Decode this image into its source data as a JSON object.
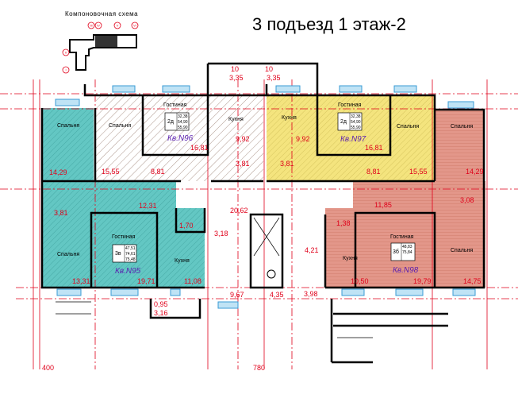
{
  "title": "3 подъезд 1 этаж-2",
  "schema": {
    "title": "Компоновочная схема",
    "axes": [
      "III",
      "IV",
      "V",
      "VI",
      "II",
      "I"
    ]
  },
  "colors": {
    "apt95": "#63c7c3",
    "apt96": "#ffffff",
    "apt97": "#f4e47e",
    "apt98": "#e3978a",
    "axis": "#e0001a"
  },
  "apartments": {
    "apt95": {
      "name": "Кв.N95",
      "type": "3в",
      "areas": [
        "47,51",
        "74,61",
        "75,48"
      ],
      "rooms": [
        {
          "label": "Спальня",
          "area": "14,29"
        },
        {
          "label": "",
          "area": "3,81"
        },
        {
          "label": "",
          "area": "12,31"
        },
        {
          "label": "",
          "area": "1,70"
        },
        {
          "label": "Спальня",
          "area": "13,31"
        },
        {
          "label": "Гостиная",
          "area": "19,71"
        },
        {
          "label": "Кухня",
          "area": "11,08"
        }
      ],
      "balcony": [
        "0,95",
        "3,16"
      ]
    },
    "apt96": {
      "name": "Кв.N96",
      "type": "2д",
      "areas": [
        "32,38",
        "54,90",
        "55,90"
      ],
      "rooms": [
        {
          "label": "Спальня",
          "area": "15,55"
        },
        {
          "label": "Гостиная",
          "area": "16,81"
        },
        {
          "label": "",
          "area": "8,81"
        },
        {
          "label": "Кухня",
          "area": "9,92"
        },
        {
          "label": "",
          "area": "3,81"
        }
      ],
      "balcony": [
        "10",
        "3,35"
      ]
    },
    "apt97": {
      "name": "Кв.N97",
      "type": "2д",
      "areas": [
        "32,38",
        "54,90",
        "55,90"
      ],
      "rooms": [
        {
          "label": "Кухня",
          "area": "9,92"
        },
        {
          "label": "",
          "area": "3,81"
        },
        {
          "label": "Гостиная",
          "area": "16,81"
        },
        {
          "label": "",
          "area": "8,81"
        },
        {
          "label": "Спальня",
          "area": "15,55"
        }
      ],
      "balcony": [
        "10",
        "3,35"
      ]
    },
    "apt98": {
      "name": "Кв.N98",
      "type": "3б",
      "areas": [
        "48,83",
        "75,84"
      ],
      "rooms": [
        {
          "label": "Спальня",
          "area": "14,29"
        },
        {
          "label": "",
          "area": "3,08"
        },
        {
          "label": "",
          "area": "11,85"
        },
        {
          "label": "",
          "area": "1,38"
        },
        {
          "label": "Гостиная",
          "area": "19,79"
        },
        {
          "label": "Кухня",
          "area": "10,50"
        },
        {
          "label": "Спальня",
          "area": "14,75"
        }
      ]
    }
  },
  "common": {
    "hall": "20,62",
    "stair": "3,18",
    "corridor": "4,21",
    "vestibule": "9,67",
    "lift": "4,35",
    "tambour": "3,98"
  },
  "dimensions": [
    "400",
    "780"
  ]
}
